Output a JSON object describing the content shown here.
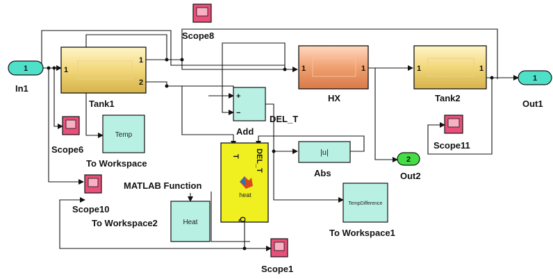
{
  "diagram": {
    "inport": {
      "number": "1",
      "label": "In1"
    },
    "outport1": {
      "number": "1",
      "label": "Out1"
    },
    "outport2": {
      "number": "2",
      "label": "Out2"
    },
    "tank1": {
      "label": "Tank1",
      "in_port": "1",
      "out_port_1": "1",
      "out_port_2": "2"
    },
    "hx": {
      "label": "HX",
      "in_port": "1",
      "out_port": "1"
    },
    "tank2": {
      "label": "Tank2",
      "in_port": "1",
      "out_port": "1"
    },
    "add": {
      "label": "Add",
      "plus_sign": "+",
      "minus_sign": "−",
      "output_name": "DEL_T"
    },
    "abs": {
      "label": "Abs",
      "symbol": "|u|"
    },
    "matlab_function": {
      "label": "MATLAB Function",
      "in_port_t": "T",
      "in_port_delt": "DEL_T",
      "out_port_q": "Q",
      "icon_caption": "heat"
    },
    "to_workspace": {
      "label": "To Workspace",
      "variable": "Temp"
    },
    "to_workspace1": {
      "label": "To Workspace1",
      "variable": "TempDifference"
    },
    "to_workspace2": {
      "label": "To Workspace2",
      "variable": "Heat"
    },
    "scopes": {
      "scope1": "Scope1",
      "scope6": "Scope6",
      "scope8": "Scope8",
      "scope10": "Scope10",
      "scope11": "Scope11"
    }
  },
  "colors": {
    "inport_fill": "#4ee0c8",
    "tank_fill": "#f0d878",
    "hx_fill": "#f0a070",
    "teal_block": "#b8f0e4",
    "matlab_fill": "#f0f020",
    "scope_fill": "#e8507a",
    "out2_fill": "#44dd44"
  }
}
